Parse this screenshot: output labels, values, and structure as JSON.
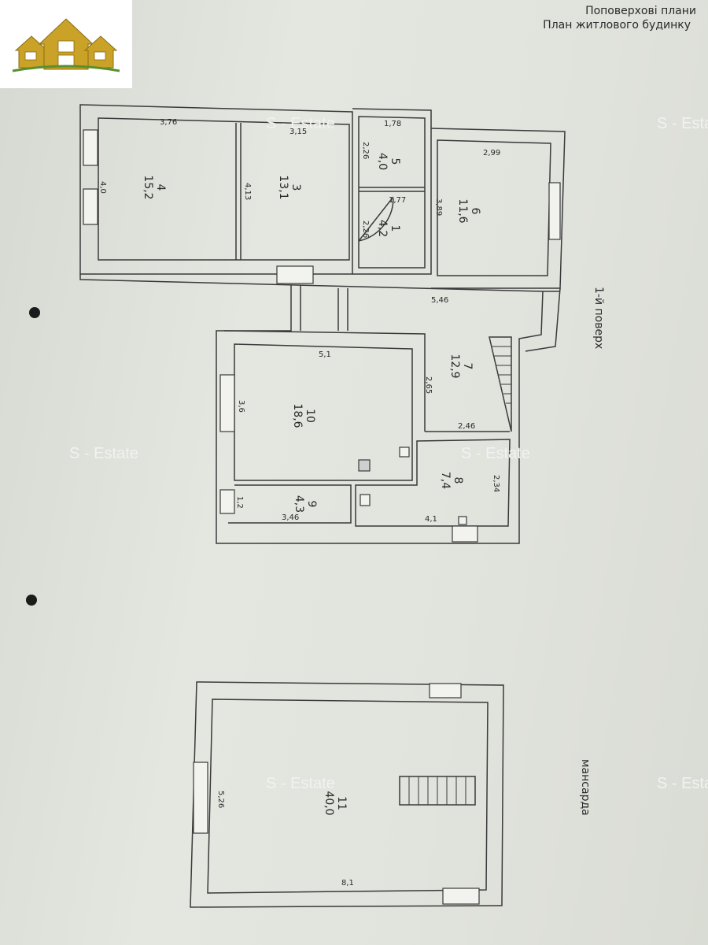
{
  "header": {
    "line1": "Поповерхові плани",
    "line2": "План житлового будинку"
  },
  "watermark": "S - Estate",
  "floors": {
    "first": "1-й поверх",
    "attic": "мансарда"
  },
  "rooms": [
    {
      "num": "4",
      "area": "15,2"
    },
    {
      "num": "3",
      "area": "13,1"
    },
    {
      "num": "5",
      "area": "4,0"
    },
    {
      "num": "1",
      "area": "4,2"
    },
    {
      "num": "6",
      "area": "11,6"
    },
    {
      "num": "7",
      "area": "12,9"
    },
    {
      "num": "10",
      "area": "18,6"
    },
    {
      "num": "9",
      "area": "4,3"
    },
    {
      "num": "8",
      "area": "7,4"
    },
    {
      "num": "11",
      "area": "40,0"
    }
  ],
  "dims": {
    "d376": "3,76",
    "d315": "3,15",
    "d178": "1,78",
    "d299": "2,99",
    "d40": "4,0",
    "d413": "4,13",
    "d226": "2,26",
    "d177": "1,77",
    "d226b": "2,26",
    "d389": "3,89",
    "d546": "5,46",
    "d51": "5,1",
    "d265": "2,65",
    "d36": "3,6",
    "d246": "2,46",
    "d234": "2,34",
    "d12": "1,2",
    "d346": "3,46",
    "d41": "4,1",
    "d526": "5,26",
    "d81": "8,1"
  },
  "colors": {
    "paper": "#e1e3dd",
    "ink": "#3a3a3a",
    "logo_gold": "#c9a227",
    "logo_green": "#5a8f2e"
  }
}
